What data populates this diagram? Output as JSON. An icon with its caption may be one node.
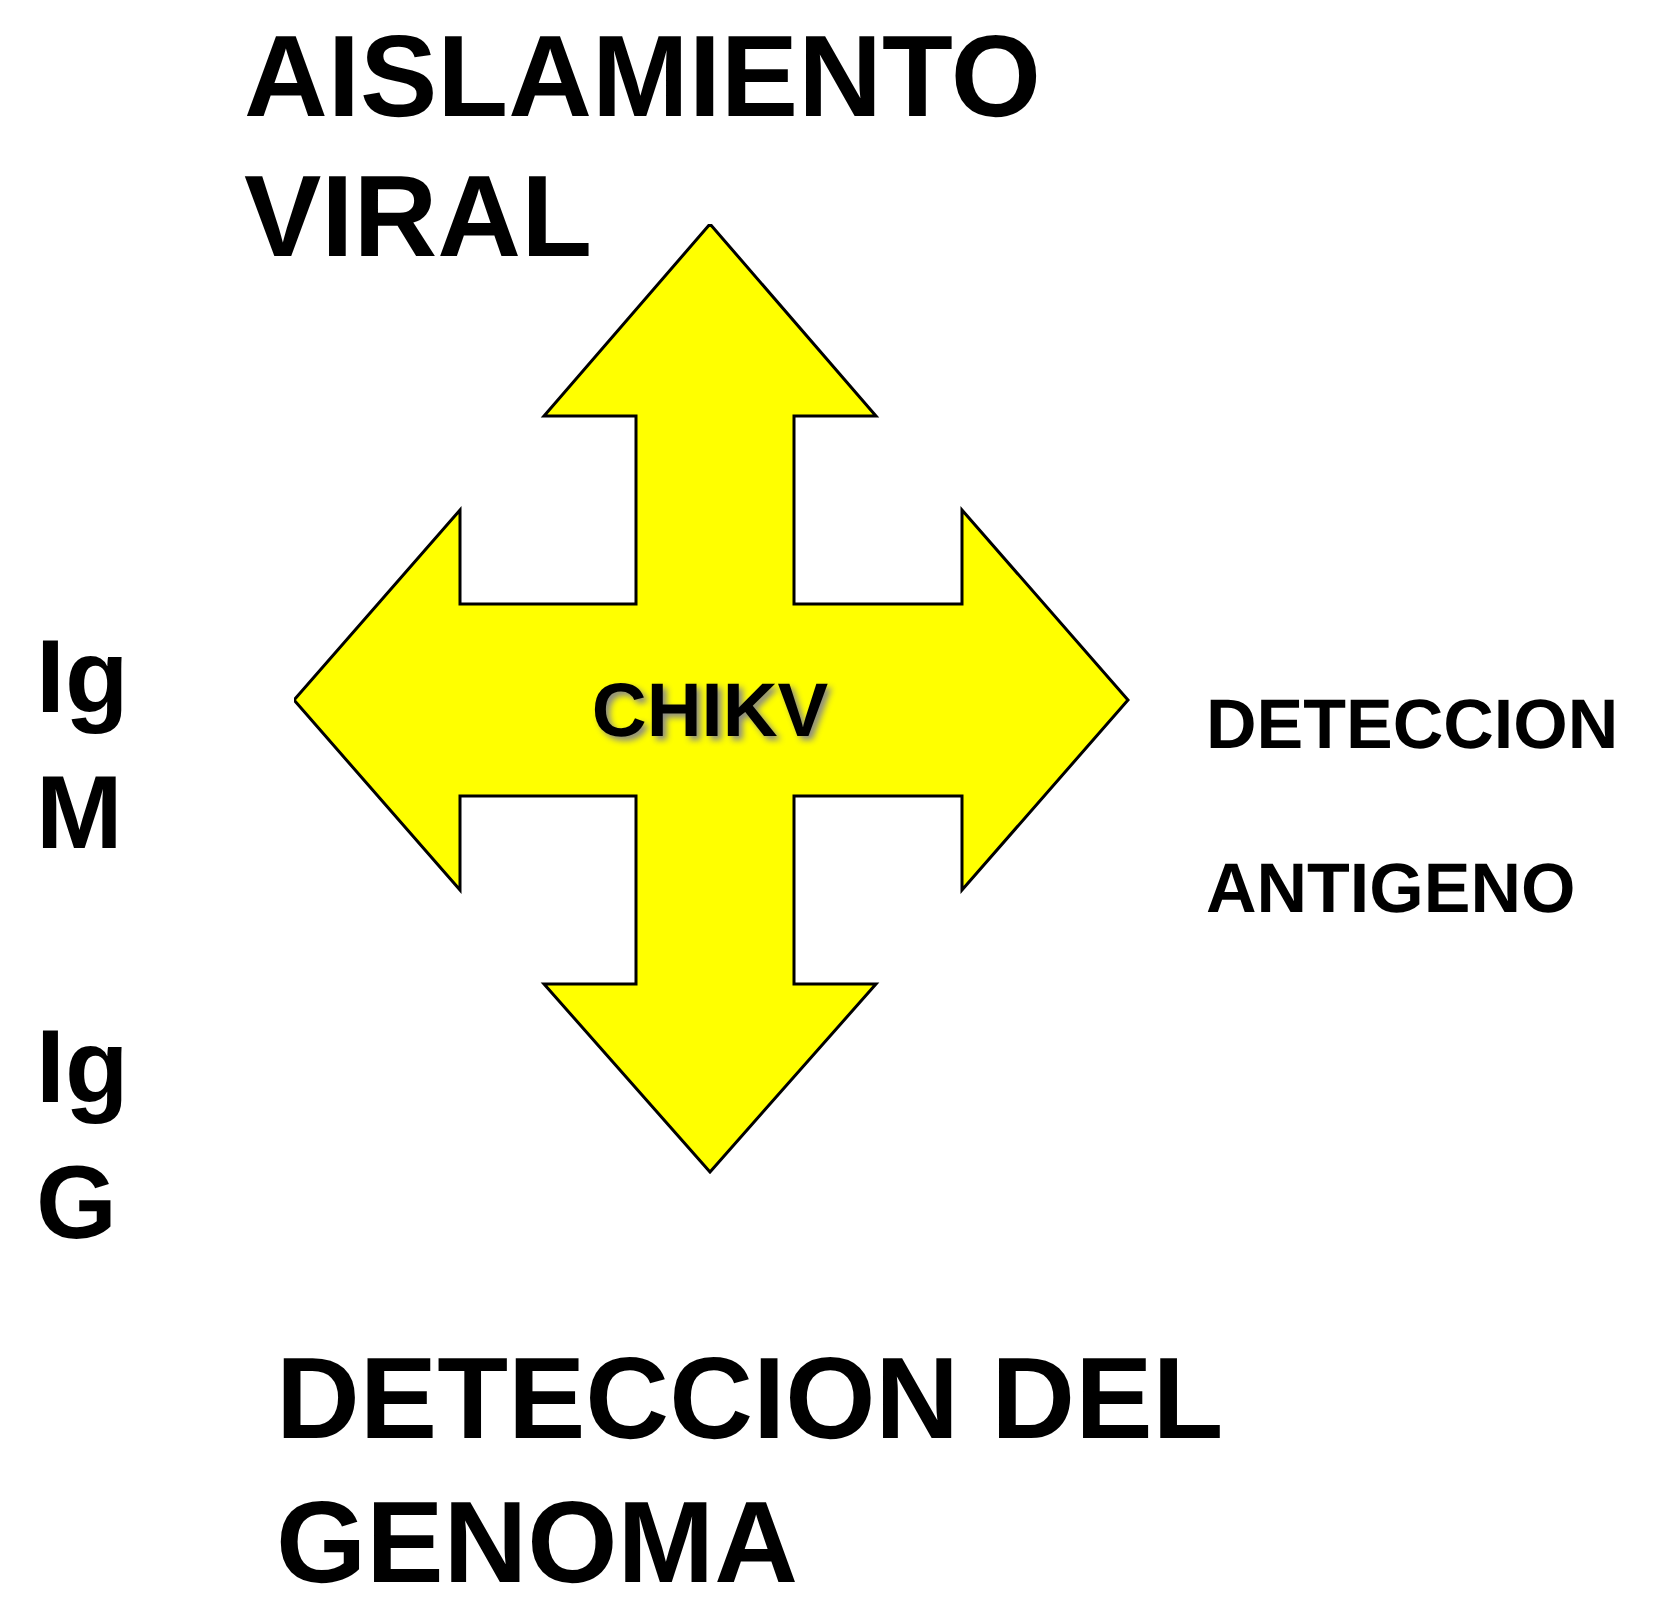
{
  "diagram": {
    "nodes": [
      {
        "text": [
          "CHIKV"
        ]
      }
    ],
    "labels": [
      "AISLAMIENTO VIRAL",
      "Ig M",
      "Ig G",
      "DETECCION ANTIGENO",
      "DETECCION DEL GENOMA"
    ]
  }
}
